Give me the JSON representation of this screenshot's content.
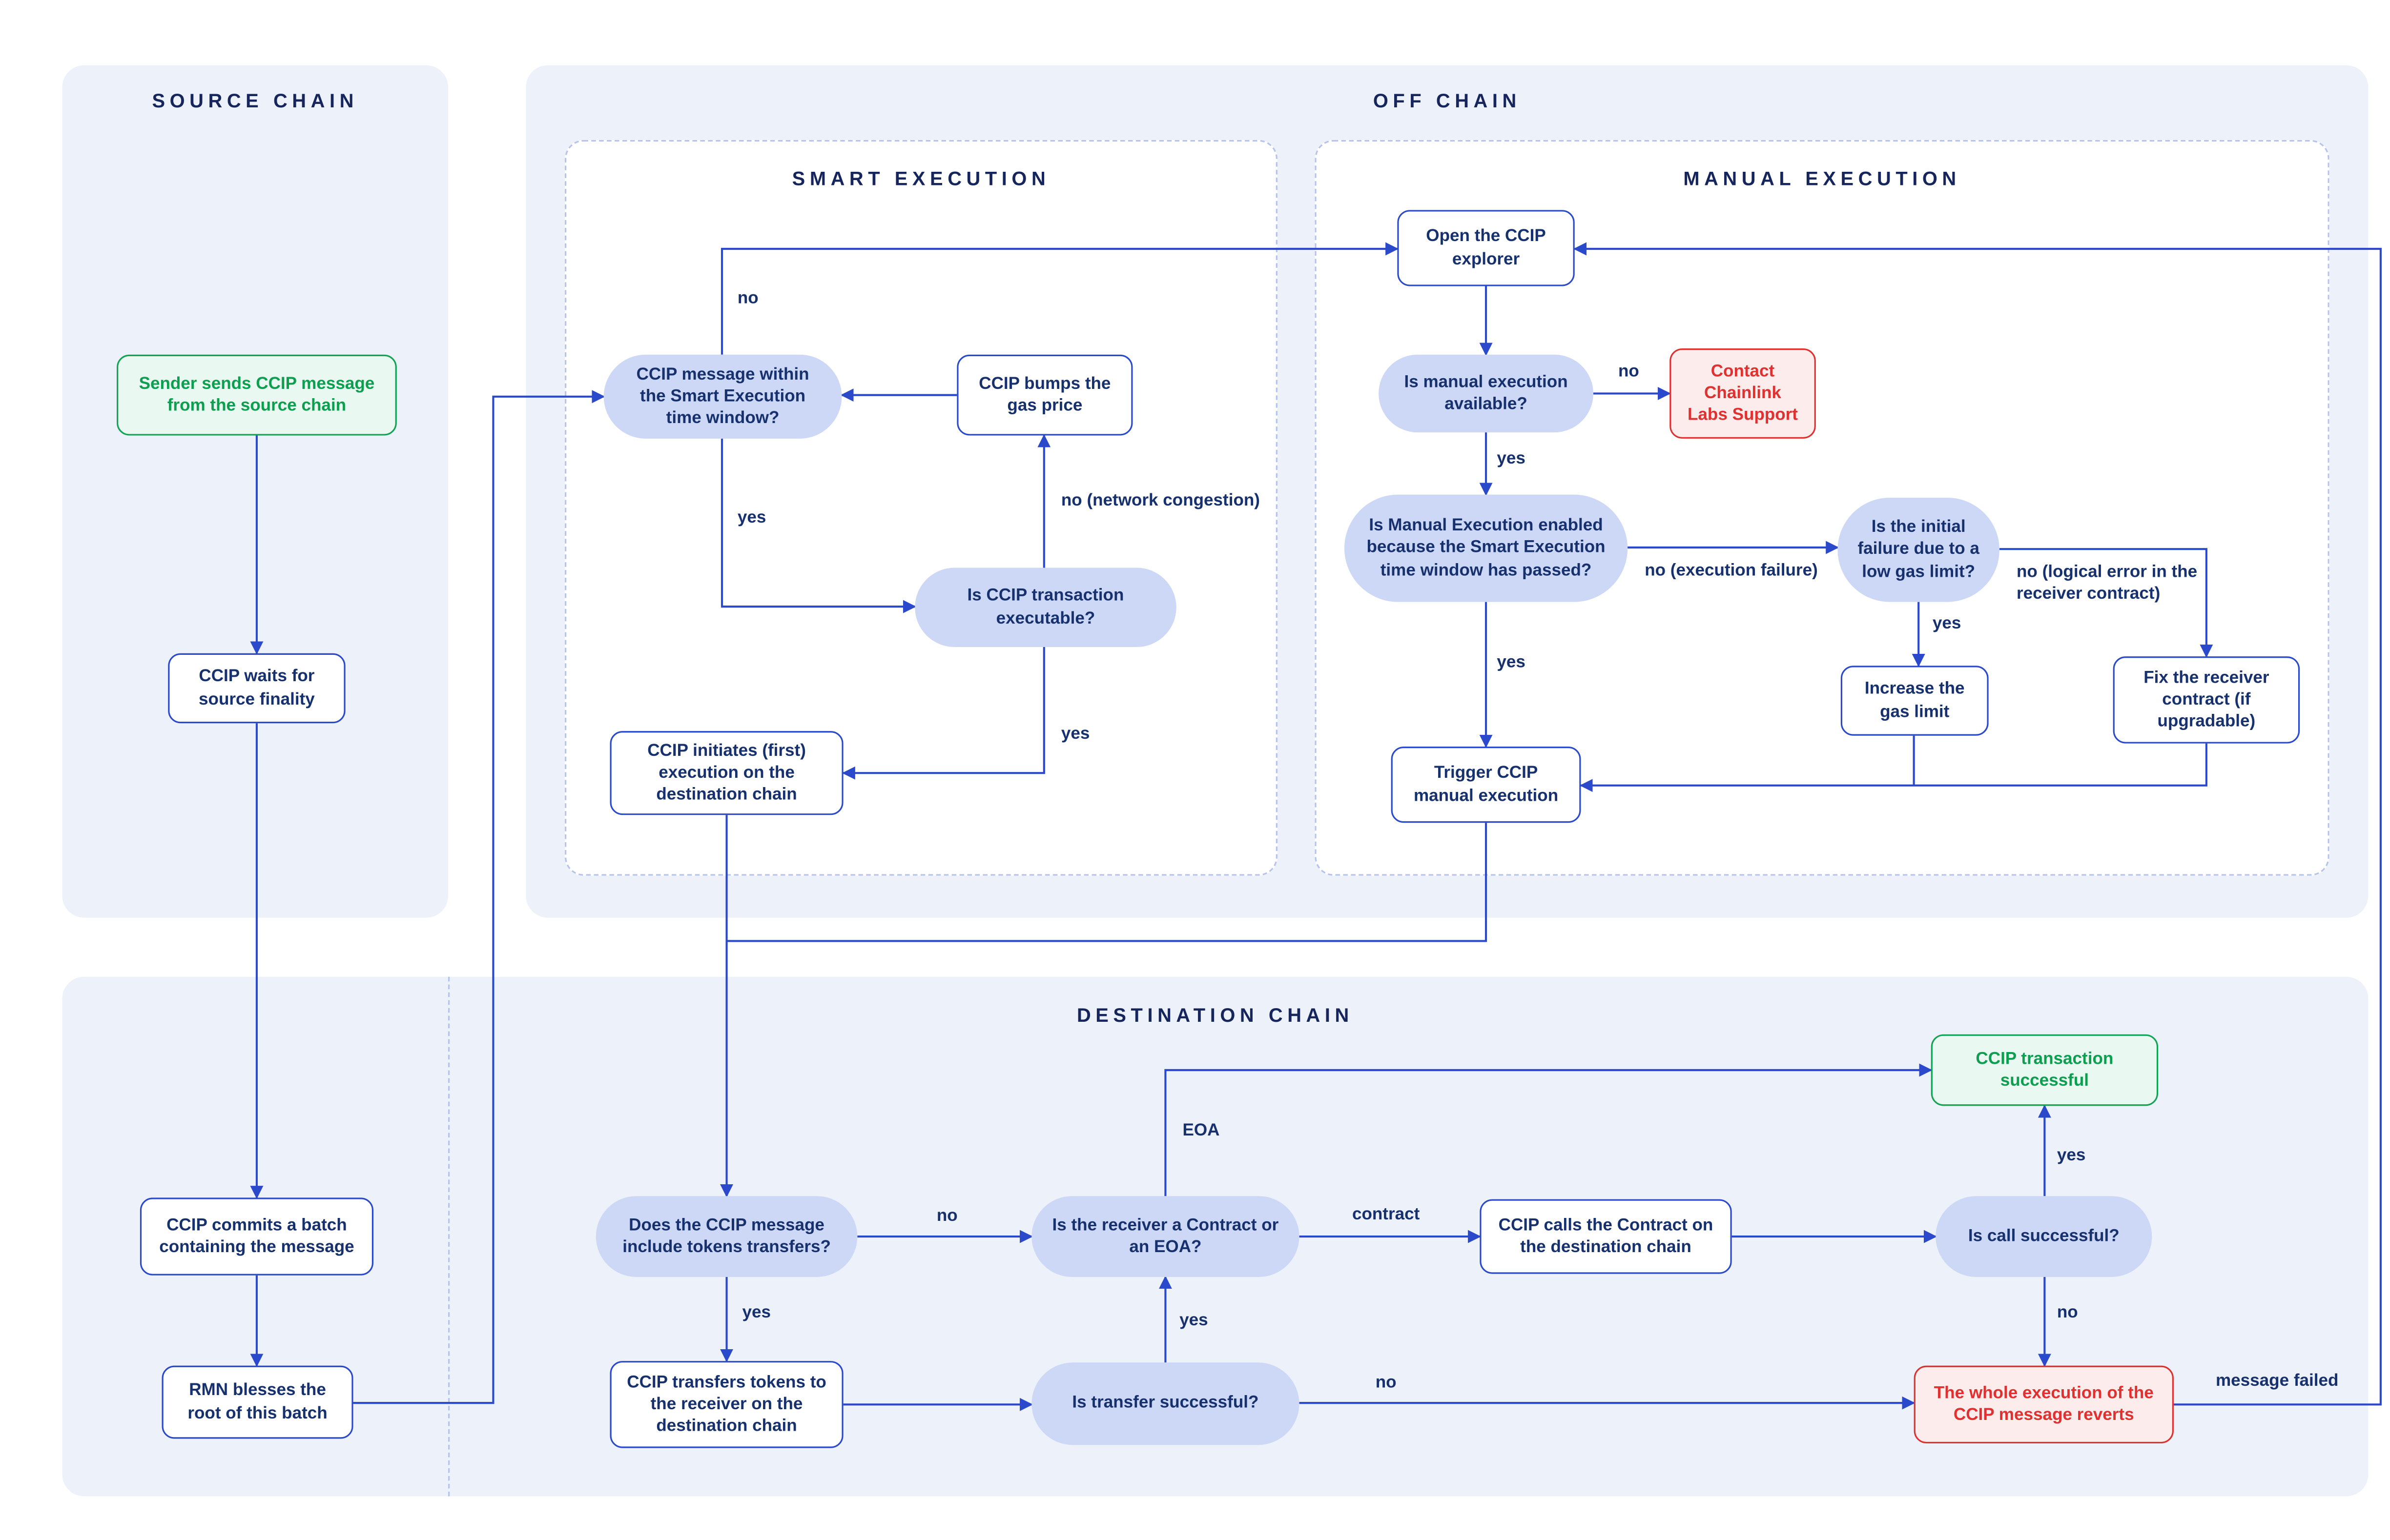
{
  "colors": {
    "line": "#2b4acb",
    "node_border": "#2b4acb",
    "node_text": "#17306e",
    "pill_fill": "#cdd8f6",
    "panel_fill": "#edf1fa",
    "success_border": "#12a454",
    "success_fill": "#e9f8f0",
    "success_text": "#0e9e50",
    "danger_border": "#e03131",
    "danger_fill": "#fdecec",
    "danger_text": "#e03131"
  },
  "panels": {
    "source_chain": "SOURCE CHAIN",
    "off_chain": "OFF CHAIN",
    "smart_execution": "SMART EXECUTION",
    "manual_execution": "MANUAL EXECUTION",
    "destination_chain": "DESTINATION CHAIN"
  },
  "nodes": {
    "sender": "Sender sends CCIP message from the source chain",
    "waits": "CCIP waits for source finality",
    "commits": "CCIP commits a batch containing the message",
    "rmn": "RMN blesses the root of this batch",
    "within": "CCIP message within the Smart Execution time window?",
    "bumps": "CCIP bumps the gas price",
    "executable": "Is CCIP transaction executable?",
    "initiates": "CCIP initiates (first) execution on the destination chain",
    "open_explorer": "Open the CCIP explorer",
    "manual_available": "Is manual execution available?",
    "contact": "Contact Chainlink Labs Support",
    "manual_enabled": "Is Manual Execution enabled because the Smart Execution time window has passed?",
    "initial_failure": "Is the initial failure due to a low gas limit?",
    "increase_gas": "Increase the gas limit",
    "fix_receiver": "Fix the receiver contract (if upgradable)",
    "trigger": "Trigger CCIP manual execution",
    "does_tokens": "Does the CCIP message include tokens transfers?",
    "receiver_type": "Is the receiver a Contract or an EOA?",
    "calls_contract": "CCIP calls the Contract on the destination chain",
    "call_success": "Is call successful?",
    "tx_success": "CCIP transaction successful",
    "transfers_tokens": "CCIP transfers tokens to the receiver on the destination chain",
    "transfer_success": "Is transfer successful?",
    "reverts": "The whole execution of the CCIP message reverts"
  },
  "edges": {
    "within_no": "no",
    "within_yes": "yes",
    "executable_no": "no (network congestion)",
    "executable_yes": "yes",
    "available_no": "no",
    "available_yes": "yes",
    "enabled_no": "no (execution failure)",
    "enabled_yes": "yes",
    "failure_yes": "yes",
    "failure_no": "no (logical error in the receiver contract)",
    "tokens_no": "no",
    "tokens_yes": "yes",
    "receiver_contract": "contract",
    "receiver_eoa": "EOA",
    "transfer_yes": "yes",
    "transfer_no": "no",
    "call_yes": "yes",
    "call_no": "no",
    "message_failed": "message failed"
  }
}
